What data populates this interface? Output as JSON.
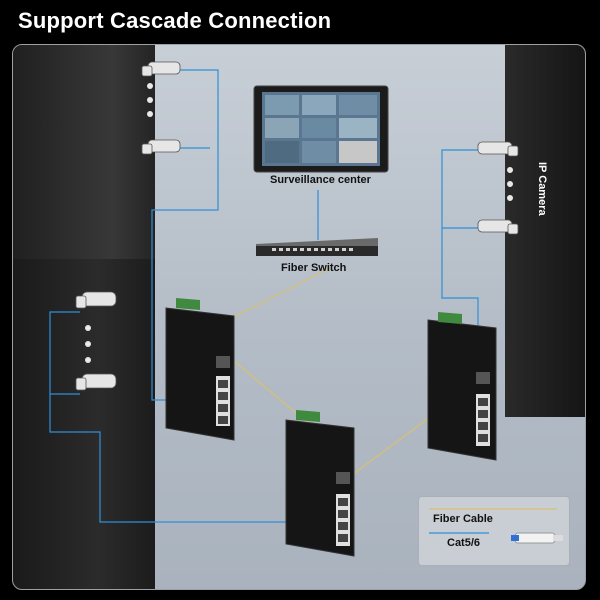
{
  "header": {
    "title": "Support Cascade Connection"
  },
  "labels": {
    "surveillance": "Surveillance center",
    "fiber_switch": "Fiber Switch",
    "ip_camera": "IP Camera"
  },
  "legend": {
    "fiber_label": "Fiber Cable",
    "cat_label": "Cat5/6"
  },
  "colors": {
    "fiber": "#d8c070",
    "copper": "#2f8fd8",
    "switch_body": "#151515",
    "background": "#000000"
  },
  "icons": [
    "ip-camera-icon",
    "monitor-icon",
    "fiber-switch-icon",
    "industrial-switch-icon",
    "sfp-connector-icon"
  ]
}
